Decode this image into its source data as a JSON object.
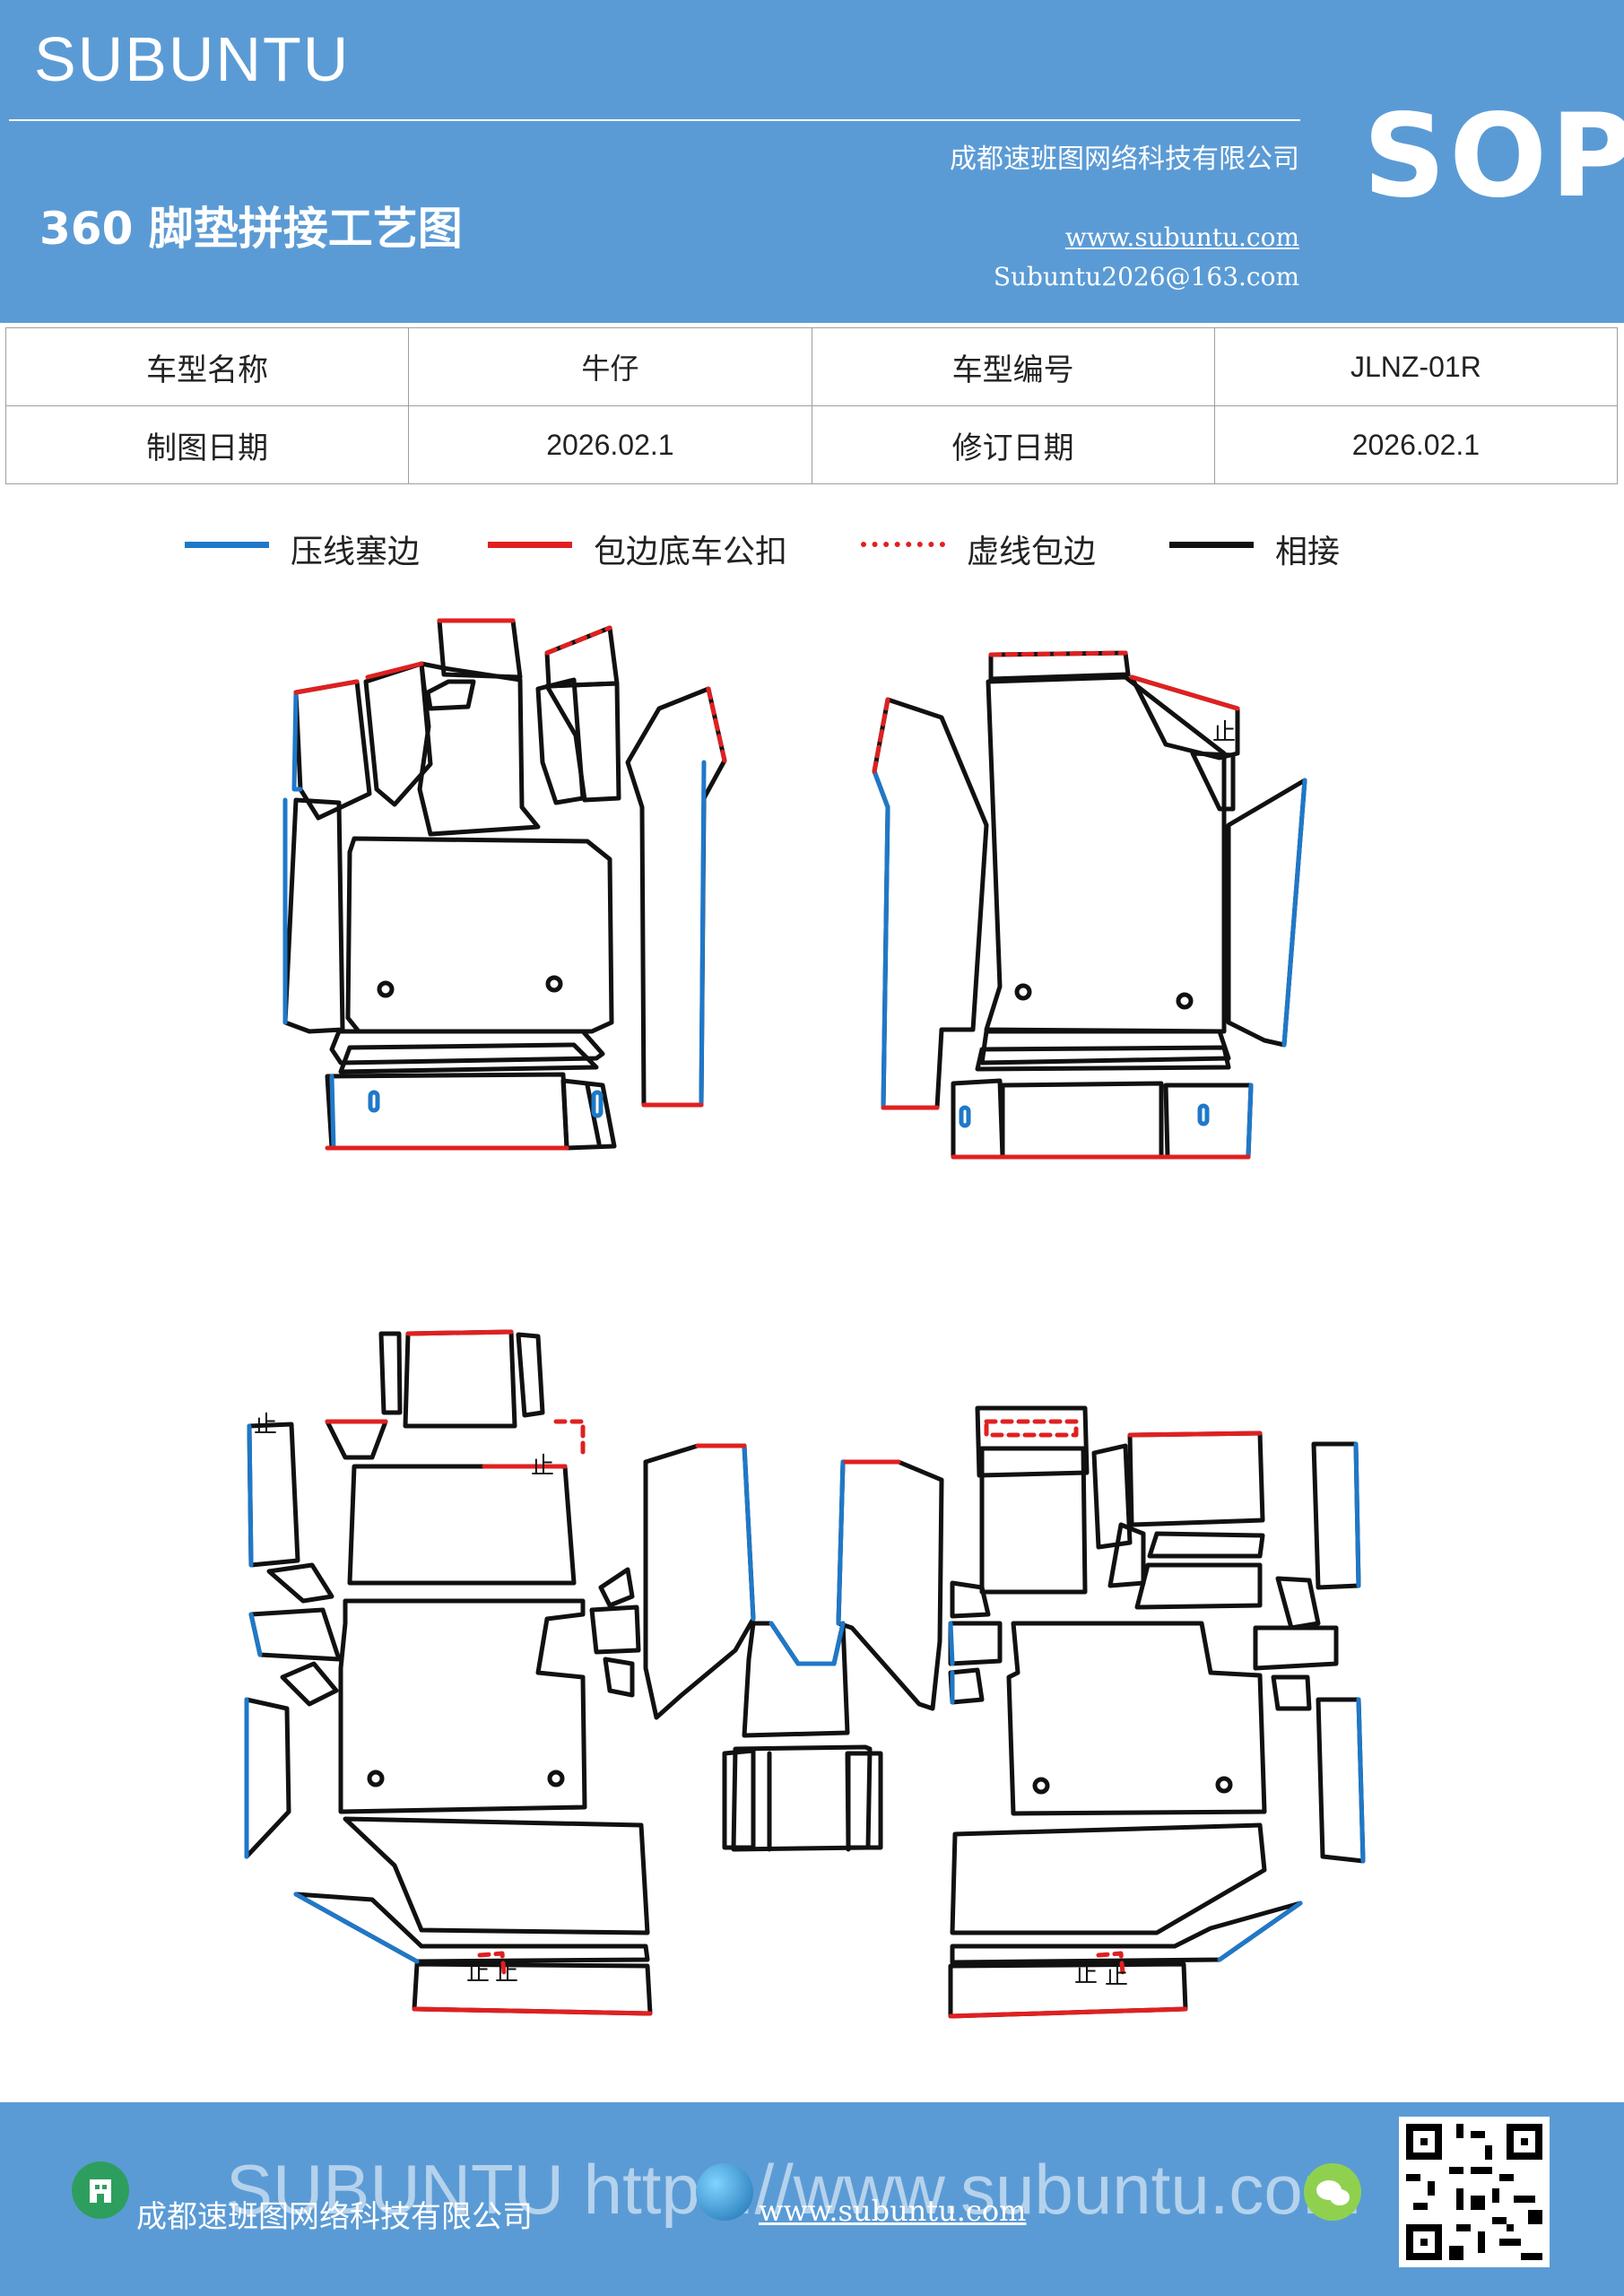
{
  "header": {
    "brand": "SUBUNTU",
    "title": "360 脚垫拼接工艺图",
    "company": "成都速班图网络科技有限公司",
    "website": "www.subuntu.com",
    "email": "Subuntu2026@163.com",
    "badge": "SOP"
  },
  "info_table": [
    [
      {
        "label": "车型名称",
        "value": "牛仔"
      },
      {
        "label": "车型编号",
        "value": "JLNZ-01R"
      }
    ],
    [
      {
        "label": "制图日期",
        "value": "2026.02.1"
      },
      {
        "label": "修订日期",
        "value": "2026.02.1"
      }
    ]
  ],
  "legend": [
    {
      "label": "压线塞边",
      "color": "#1f78c8",
      "style": "solid"
    },
    {
      "label": "包边底车公扣",
      "color": "#e02020",
      "style": "solid"
    },
    {
      "label": "虚线包边",
      "color": "#e02020",
      "style": "dashed"
    },
    {
      "label": "相接",
      "color": "#111111",
      "style": "solid"
    }
  ],
  "drawing": {
    "stop_mark": "止"
  },
  "footer": {
    "watermark": "SUBUNTU https://www.subuntu.com",
    "company": "成都速班图网络科技有限公司",
    "website": "www.subuntu.com",
    "company_icon": "building-icon",
    "website_icon": "globe-icon",
    "wechat_icon": "wechat-icon",
    "qr_icon": "qr-code-icon"
  },
  "colors": {
    "header_bg": "#5b9bd5",
    "press_line": "#1f78c8",
    "binding": "#e02020",
    "joint": "#111111"
  }
}
